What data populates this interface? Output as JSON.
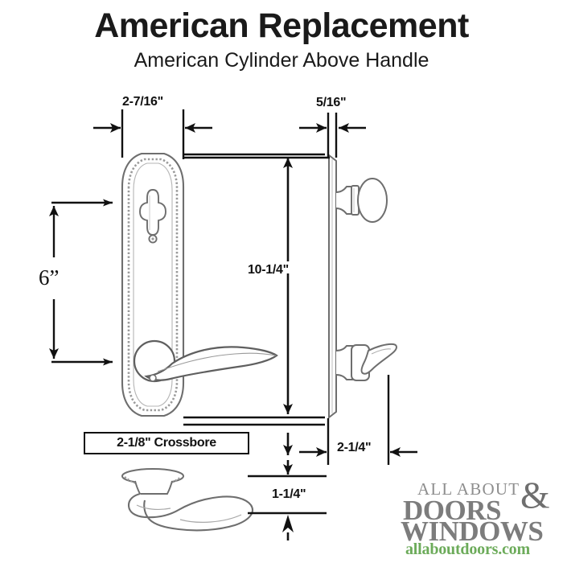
{
  "header": {
    "title": "American Replacement",
    "subtitle": "American Cylinder Above Handle"
  },
  "dimensions": {
    "plate_width": "2-7/16\"",
    "plate_thickness": "5/16\"",
    "plate_height": "10-1/4\"",
    "handle_spacing": "6”",
    "lever_projection": "2-1/4\"",
    "lever_height": "1-1/4\"",
    "crossbore": "2-1/8\" Crossbore"
  },
  "colors": {
    "line": "#111111",
    "drawing_outline": "#6e6e6e",
    "drawing_hatch": "#9a9a9a",
    "logo_gray": "#7c7c7c",
    "logo_green": "#6cab5a",
    "background": "#ffffff"
  },
  "logo": {
    "line1": "ALL ABOUT",
    "ampersand": "&",
    "line2": "DOORS",
    "line3": "WINDOWS",
    "url": "allaboutdoors.com"
  },
  "chart_data": {
    "type": "diagram",
    "title": "American Replacement",
    "subtitle": "American Cylinder Above Handle",
    "product": "Mortise lock escutcheon plate with lever handle and cylinder above handle",
    "views": [
      "front elevation",
      "side profile",
      "lever bottom detail"
    ],
    "measurements": [
      {
        "label": "2-7/16\"",
        "describes": "escutcheon plate width",
        "orientation": "horizontal",
        "location": "top-left"
      },
      {
        "label": "5/16\"",
        "describes": "plate thickness in side view",
        "orientation": "horizontal",
        "location": "top-right"
      },
      {
        "label": "10-1/4\"",
        "describes": "escutcheon plate overall height",
        "orientation": "vertical",
        "location": "center"
      },
      {
        "label": "6”",
        "describes": "center-to-center cylinder to handle",
        "orientation": "vertical",
        "location": "left"
      },
      {
        "label": "2-1/4\"",
        "describes": "lever projection from door face",
        "orientation": "horizontal",
        "location": "bottom-right"
      },
      {
        "label": "1-1/4\"",
        "describes": "lever height offset",
        "orientation": "vertical",
        "location": "bottom-center"
      },
      {
        "label": "2-1/8\" Crossbore",
        "describes": "crossbore hole diameter callout",
        "orientation": "boxed-note",
        "location": "bottom-left"
      }
    ]
  }
}
